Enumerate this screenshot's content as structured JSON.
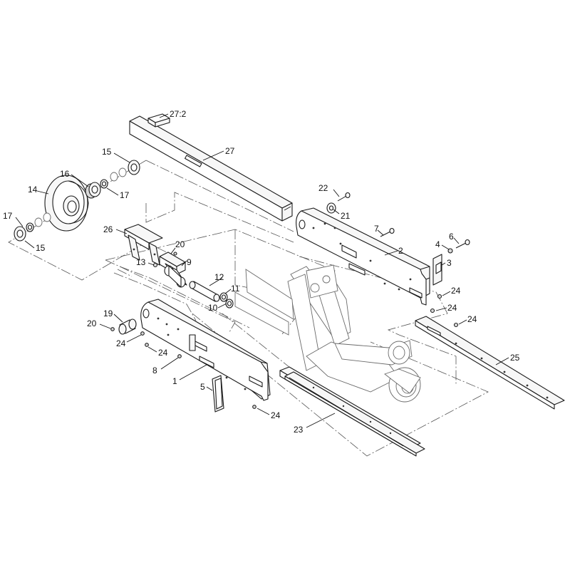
{
  "diagram": {
    "callouts": [
      {
        "label": "27:2"
      },
      {
        "label": "27"
      },
      {
        "label": "15"
      },
      {
        "label": "16"
      },
      {
        "label": "14"
      },
      {
        "label": "17"
      },
      {
        "label": "17"
      },
      {
        "label": "15"
      },
      {
        "label": "26"
      },
      {
        "label": "20"
      },
      {
        "label": "13"
      },
      {
        "label": "9"
      },
      {
        "label": "12"
      },
      {
        "label": "11"
      },
      {
        "label": "10"
      },
      {
        "label": "22"
      },
      {
        "label": "21"
      },
      {
        "label": "7"
      },
      {
        "label": "2"
      },
      {
        "label": "6"
      },
      {
        "label": "4"
      },
      {
        "label": "3"
      },
      {
        "label": "24"
      },
      {
        "label": "24"
      },
      {
        "label": "24"
      },
      {
        "label": "25"
      },
      {
        "label": "19"
      },
      {
        "label": "20"
      },
      {
        "label": "24"
      },
      {
        "label": "24"
      },
      {
        "label": "8"
      },
      {
        "label": "1"
      },
      {
        "label": "5"
      },
      {
        "label": "24"
      },
      {
        "label": "23"
      }
    ]
  }
}
